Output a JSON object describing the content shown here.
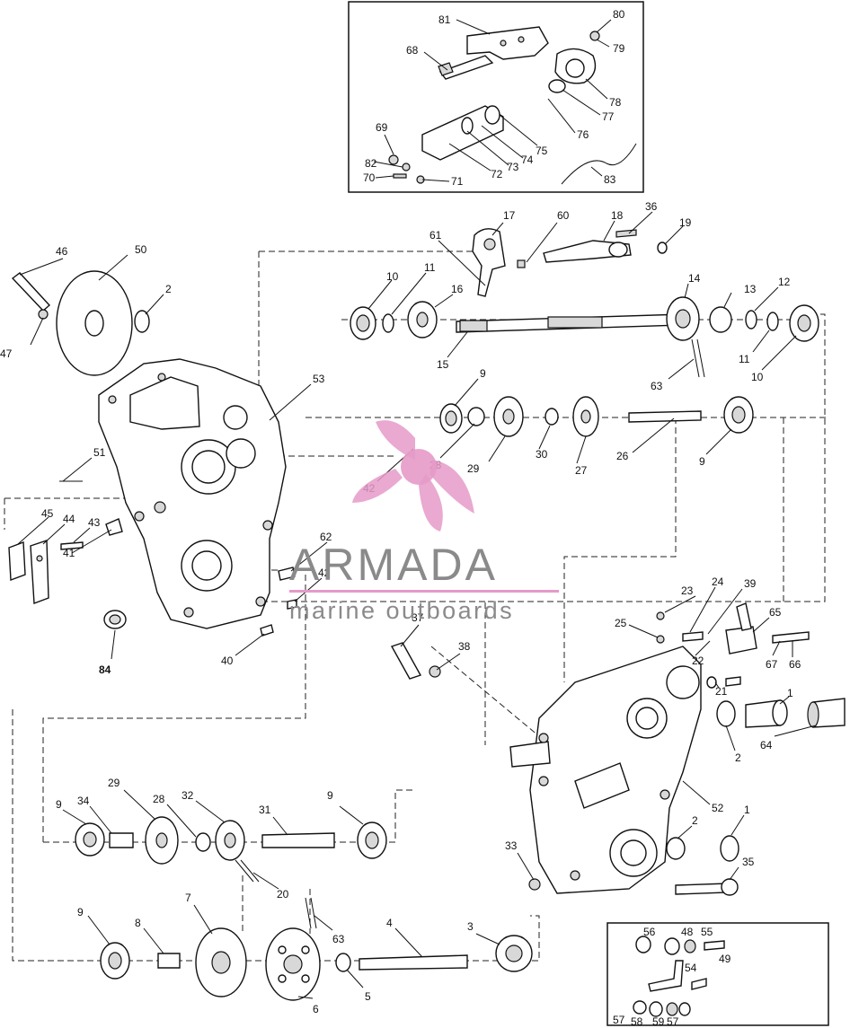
{
  "logo": {
    "name": "ARMADA",
    "tagline": "marine outboards",
    "brand_color": "#e59ac8",
    "text_color": "#8a8a8a"
  },
  "callouts": {
    "n1": "1",
    "n2": "2",
    "n3": "3",
    "n4": "4",
    "n5": "5",
    "n6": "6",
    "n7": "7",
    "n8": "8",
    "n9": "9",
    "n10": "10",
    "n11": "11",
    "n12": "12",
    "n13": "13",
    "n14": "14",
    "n15": "15",
    "n16": "16",
    "n17": "17",
    "n18": "18",
    "n19": "19",
    "n20": "20",
    "n21": "21",
    "n22": "22",
    "n23": "23",
    "n24": "24",
    "n25": "25",
    "n26": "26",
    "n27": "27",
    "n28": "28",
    "n29": "29",
    "n30": "30",
    "n31": "31",
    "n32": "32",
    "n33": "33",
    "n34": "34",
    "n35": "35",
    "n36": "36",
    "n37": "37",
    "n38": "38",
    "n39": "39",
    "n40": "40",
    "n41": "41",
    "n42": "42",
    "n43": "43",
    "n44": "44",
    "n45": "45",
    "n46": "46",
    "n47": "47",
    "n48": "48",
    "n49": "49",
    "n50": "50",
    "n51": "51",
    "n52": "52",
    "n53": "53",
    "n54": "54",
    "n55": "55",
    "n56": "56",
    "n57": "57",
    "n58": "58",
    "n59": "59",
    "n60": "60",
    "n61": "61",
    "n62": "62",
    "n63": "63",
    "n64": "64",
    "n65": "65",
    "n66": "66",
    "n67": "67",
    "n68": "68",
    "n69": "69",
    "n70": "70",
    "n71": "71",
    "n72": "72",
    "n73": "73",
    "n74": "74",
    "n75": "75",
    "n76": "76",
    "n77": "77",
    "n78": "78",
    "n79": "79",
    "n80": "80",
    "n81": "81",
    "n82": "82",
    "n83": "83",
    "n84": "84"
  }
}
